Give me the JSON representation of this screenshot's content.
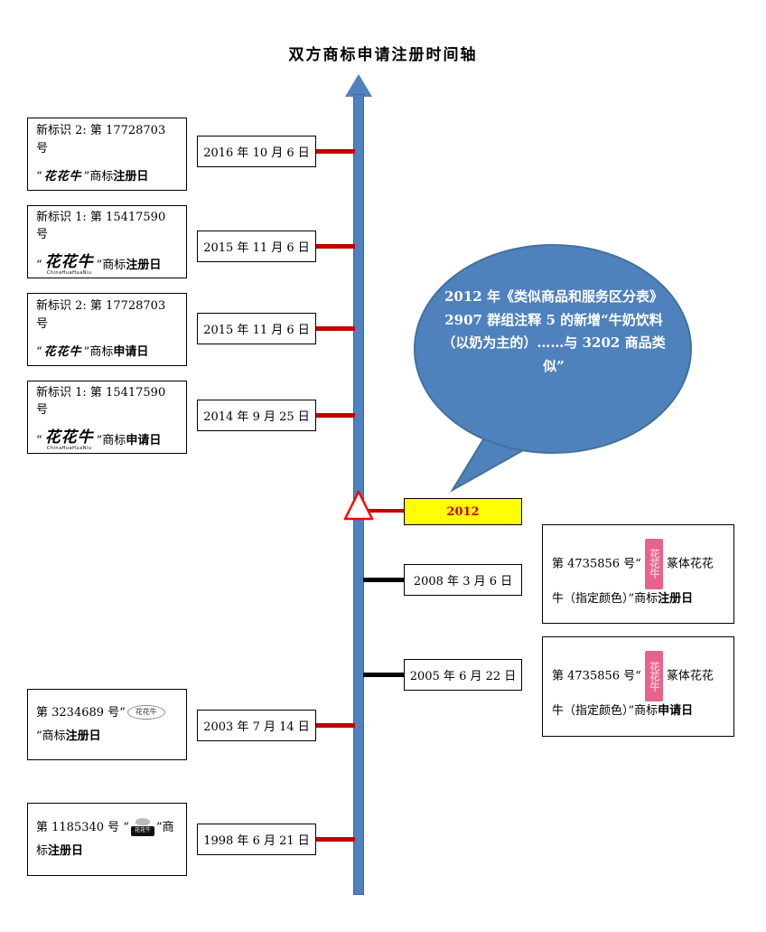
{
  "title": "双方商标申请注册时间轴",
  "milestone": {
    "year": "2012"
  },
  "bubble": {
    "text": "2012 年《类似商品和服务区分表》2907 群组注释 5 的新增“牛奶饮料（以奶为主的）……与 3202 商品类似”"
  },
  "dates": {
    "y2016": "2016 年 10 月 6 日",
    "y2015_reg": "2015 年 11 月 6 日",
    "y2015_app": "2015 年 11 月 6 日",
    "y2014": "2014 年 9 月 25 日",
    "y2008": "2008 年 3 月 6 日",
    "y2005": "2005 年 6 月 22 日",
    "y2003": "2003 年 7 月 14 日",
    "y1998": "1998 年 6 月 21 日"
  },
  "left_boxes": [
    {
      "line1": "新标识 2: 第 17728703 号",
      "pre": "“",
      "logo": "花花牛",
      "post": "”商标",
      "bold": "注册日"
    },
    {
      "line1": "新标识 1: 第 15417590 号",
      "pre": "“",
      "logo": "花花牛",
      "logo_sub": "ChinaHuaHuaNiu",
      "post": "”商标",
      "bold": "注册日"
    },
    {
      "line1": "新标识 2: 第 17728703 号",
      "pre": "“",
      "logo": "花花牛",
      "post": "”商标",
      "bold": "申请日"
    },
    {
      "line1": "新标识 1: 第 15417590 号",
      "pre": "“",
      "logo": "花花牛",
      "logo_sub": "ChinaHuaHuaNiu",
      "post": "”商标",
      "bold": "申请日"
    },
    {
      "pre": "第 3234689 号“",
      "logo": "花花牛",
      "post": "”商标",
      "bold": "注册日"
    },
    {
      "pre": "第 1185340 号 “",
      "logo": "花花牛",
      "post": "”商标",
      "bold": "注册日"
    }
  ],
  "right_boxes": [
    {
      "pre": "第 4735856 号“",
      "logo": "花花牛",
      "post": "篆体花花牛（指定颜色）”商标",
      "bold": "注册日"
    },
    {
      "pre": "第 4735856 号“",
      "logo": "花花牛",
      "post": "篆体花花牛（指定颜色）”商标",
      "bold": "申请日"
    }
  ],
  "colors": {
    "timeline_blue": "#4F81BD",
    "timeline_border": "#3A6793",
    "tick_red": "#C00000",
    "tick_black": "#000000",
    "milestone_bg": "#FFFF00",
    "milestone_text": "#C00000",
    "bubble_fill": "#4F81BD",
    "bubble_border": "#41719C",
    "seal_pink": "#E8638C"
  }
}
